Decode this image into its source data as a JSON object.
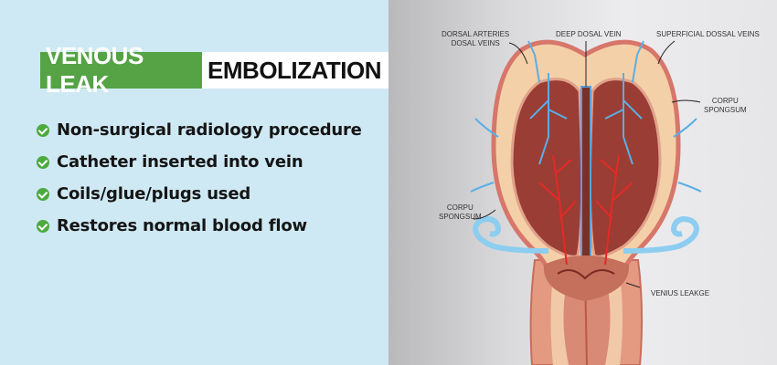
{
  "banner": {
    "title_highlight": "VENOUS LEAK",
    "title_rest": "EMBOLIZATION",
    "colors": {
      "left_bg": "#cfe9f4",
      "highlight_bg": "#55a345",
      "check": "#4caa3e"
    }
  },
  "features": [
    {
      "icon": "check-circle-icon",
      "label": "Non-surgical radiology procedure"
    },
    {
      "icon": "check-circle-icon",
      "label": "Catheter inserted into vein"
    },
    {
      "icon": "check-circle-icon",
      "label": "Coils/glue/plugs used"
    },
    {
      "icon": "check-circle-icon",
      "label": "Restores normal blood flow"
    }
  ],
  "diagram": {
    "labels": {
      "dorsal_arteries_1": "DORSAL ARTERIES",
      "dorsal_arteries_2": "DOSAL VEINS",
      "deep_dosal_vein": "DEEP DOSAL VEIN",
      "superficial": "SUPERFICIAL DOSSAL VEINS",
      "corpu_right_1": "CORPU",
      "corpu_right_2": "SPONGSUM",
      "corpu_left_1": "CORPU",
      "corpu_left_2": "SPONGSUM",
      "venius_leakge": "VENIUS LEAKGE"
    }
  }
}
